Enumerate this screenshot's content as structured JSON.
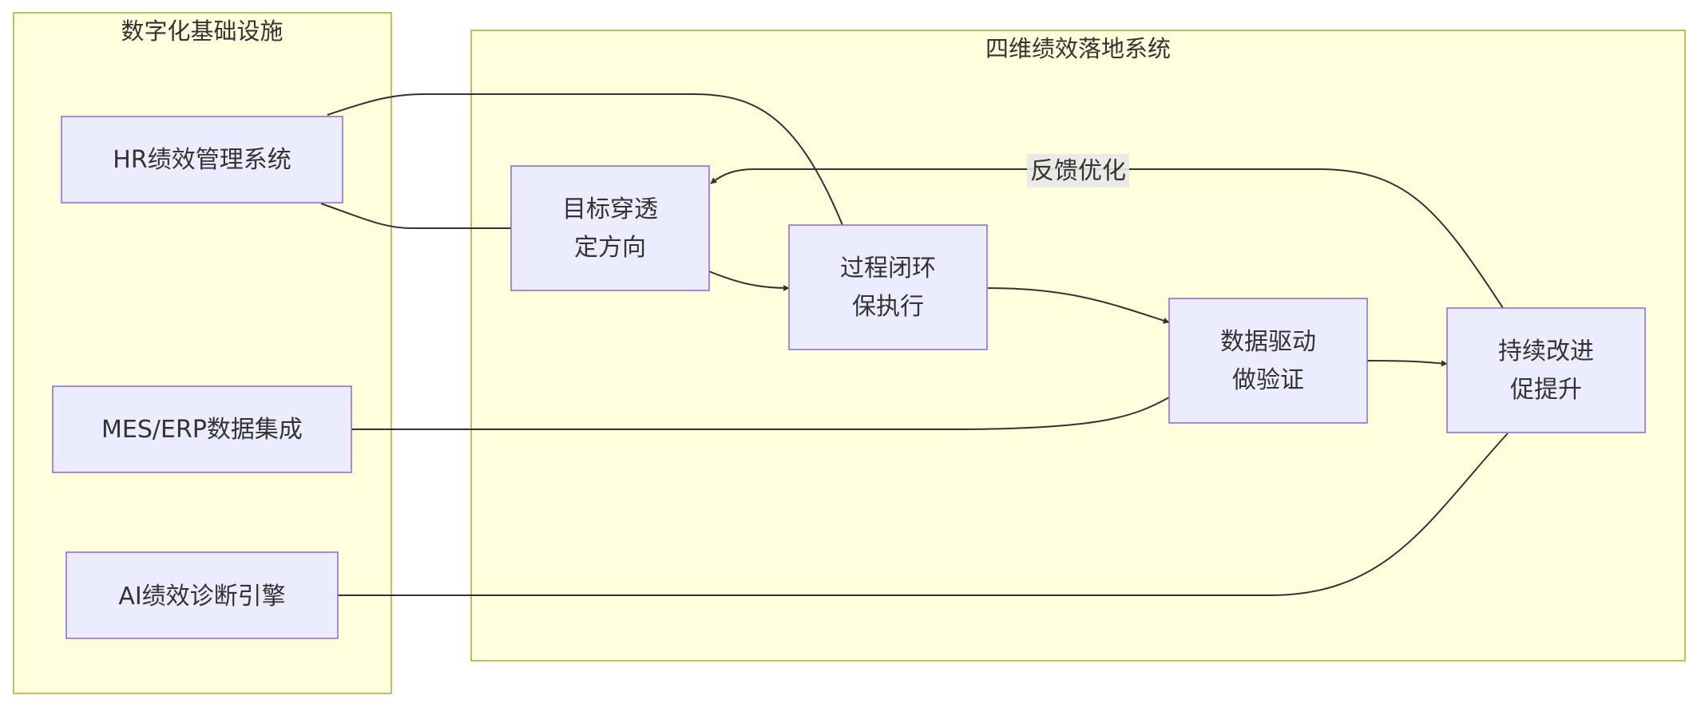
{
  "clusters": {
    "infra": {
      "title": "数字化基础设施"
    },
    "system": {
      "title": "四维绩效落地系统"
    }
  },
  "nodes": {
    "hr": {
      "lines": [
        "HR绩效管理系统"
      ]
    },
    "mes": {
      "lines": [
        "MES/ERP数据集成"
      ]
    },
    "ai": {
      "lines": [
        "AI绩效诊断引擎"
      ]
    },
    "goal": {
      "lines": [
        "目标穿透",
        "定方向"
      ]
    },
    "process": {
      "lines": [
        "过程闭环",
        "保执行"
      ]
    },
    "data": {
      "lines": [
        "数据驱动",
        "做验证"
      ]
    },
    "improve": {
      "lines": [
        "持续改进",
        "促提升"
      ]
    }
  },
  "edges": {
    "feedback": {
      "label": "反馈优化"
    }
  },
  "colors": {
    "cluster_fill": "#ffffde",
    "cluster_stroke": "#aaaa33",
    "node_fill": "#ececff",
    "node_stroke": "#9370db",
    "edge": "#333333"
  }
}
